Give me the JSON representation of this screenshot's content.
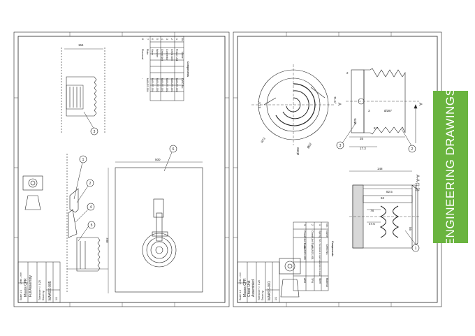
{
  "banner": {
    "title": "ENGINEERING DRAWINGS",
    "color": "#6ab43f"
  },
  "sheet_left": {
    "components_table": {
      "title": "Components",
      "headers": [
        "No.",
        "Name",
        "DWG No."
      ],
      "rows": [
        [
          "1",
          "Piston Unit",
          "MAASS-003"
        ],
        [
          "2",
          "Chest Unit",
          "MAASS-001"
        ],
        [
          "3",
          "Connector",
          "MAASS-002"
        ],
        [
          "4",
          "Cheat Unit",
          "MAASS-001"
        ],
        [
          "5",
          "Washer",
          "MAASS-003"
        ],
        [
          "6",
          "Valve",
          "MAASS-004"
        ],
        [
          "7",
          "Plate",
          "MAASS-004"
        ],
        [
          "8",
          "Placemat",
          "-"
        ]
      ]
    },
    "dims": {
      "top_width": "154",
      "plate_width": "500",
      "plate_height": "700"
    },
    "balloons": [
      "1",
      "2",
      "3",
      "4",
      "5",
      "6"
    ],
    "title_block": {
      "project": "Maass CPR",
      "drawing": "Full Assembly",
      "scale": "Scale 1:4",
      "units": "Units - mm",
      "tolerance": "Tolerance +/- 0.25",
      "drawn": "Drawn by:",
      "dwg_no": "MAASS-005",
      "sheet": "1/1"
    }
  },
  "sheet_right": {
    "section_label": "A-A (1:2)",
    "section_marks": [
      "A",
      "A"
    ],
    "dims_front": [
      "2",
      "71.5°",
      "47.5°",
      "R72",
      "Ø82",
      "Ø200",
      "Ø20",
      "3",
      "Ø287",
      "8.7",
      "35",
      "17.3"
    ],
    "dims_section": [
      "148",
      "82.5",
      "62",
      "78",
      "47.5",
      "55"
    ],
    "balloons": [
      "1",
      "2",
      "3"
    ],
    "components_table": {
      "title": "Components",
      "headers": [
        "No.",
        "Name",
        "DWG No.",
        "Material"
      ],
      "rows": [
        [
          "1",
          "Spring",
          "N/A - See details in report appendix for details",
          "Steel"
        ],
        [
          "2",
          "Chest Unit Top",
          "MAASS-001",
          "TPU"
        ],
        [
          "3",
          "Chest Unit Base",
          "MAASS-005",
          "ABS"
        ]
      ]
    },
    "title_block": {
      "project": "Maass CPR",
      "drawing1": "Chest Unit",
      "drawing2": "Assembled",
      "scale": "Scale 1:2",
      "units": "Units - mm",
      "tolerance": "Tolerance +/- 0.25",
      "drawn": "Drawn by:",
      "dwg_no": "MAASS-001",
      "sheet": "1/1"
    }
  }
}
